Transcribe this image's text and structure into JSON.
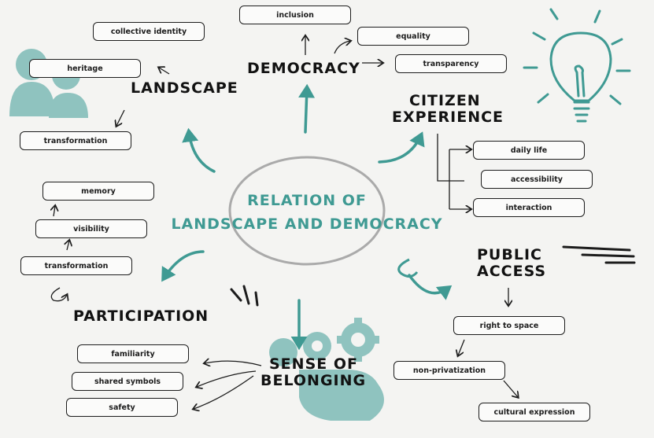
{
  "colors": {
    "teal": "#3f9a93",
    "light_teal": "#8fc3bf",
    "ink": "#1c1c1c"
  },
  "center": {
    "line1": "RELATION OF",
    "line2": "LANDSCAPE AND DEMOCRACY"
  },
  "democracy": {
    "title": "DEMOCRACY",
    "items": [
      "inclusion",
      "equality",
      "transparency"
    ]
  },
  "landscape": {
    "title": "LANDSCAPE",
    "items": [
      "collective identity",
      "heritage",
      "transformation"
    ]
  },
  "citizen_experience": {
    "title_line1": "CITIZEN",
    "title_line2": "EXPERIENCE",
    "items": [
      "daily life",
      "accessibility",
      "interaction"
    ]
  },
  "participation": {
    "title": "PARTICIPATION",
    "items": [
      "memory",
      "visibility",
      "transformation"
    ]
  },
  "public_access": {
    "title_line1": "PUBLIC",
    "title_line2": "ACCESS",
    "items": [
      "right to space",
      "non-privatization",
      "cultural expression"
    ]
  },
  "sense_of_belonging": {
    "title_line1": "SENSE OF",
    "title_line2": "BELONGING",
    "items": [
      "familiarity",
      "shared symbols",
      "safety"
    ]
  },
  "icons": [
    "people-icon",
    "lightbulb-icon",
    "gears-icon",
    "hand-icon"
  ]
}
